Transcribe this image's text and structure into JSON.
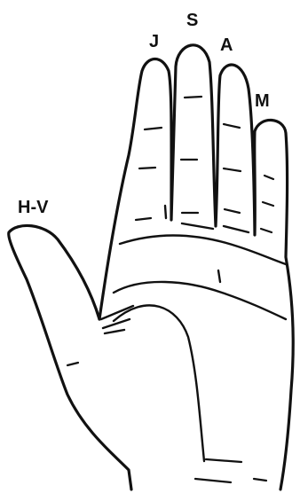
{
  "labels": {
    "index": "J",
    "middle": "S",
    "ring": "A",
    "little": "M",
    "thumb": "H-V"
  },
  "colors": {
    "ink": "#111111",
    "background": "#ffffff"
  }
}
